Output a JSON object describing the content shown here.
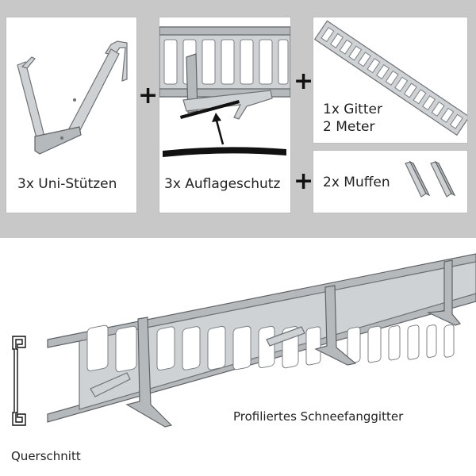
{
  "components": [
    {
      "label": "3x Uni-Stützen",
      "icon": "uni-support-bracket"
    },
    {
      "label": "3x Auflageschutz",
      "icon": "bearing-protection-strip"
    },
    {
      "label": "1x Gitter",
      "label_line2": "2 Meter",
      "icon": "snow-guard-grid"
    },
    {
      "label": "2x Muffen",
      "icon": "connector-sleeves"
    }
  ],
  "plus_sign": "+",
  "product_caption": "Profiliertes Schneefanggitter",
  "cross_section_caption": "Querschnitt",
  "colors": {
    "band": "#c8c8c8",
    "metal": "#cfd2d4",
    "card": "#ffffff"
  }
}
